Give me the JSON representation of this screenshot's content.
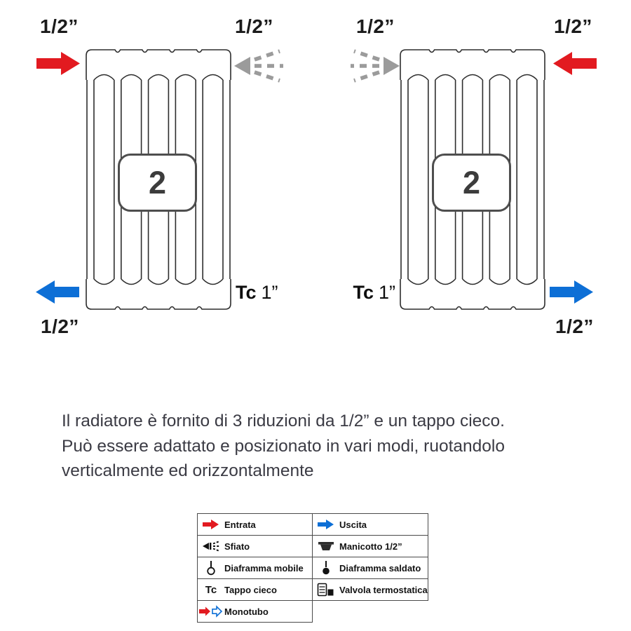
{
  "colors": {
    "red": "#e21a20",
    "blue": "#0d6fd6",
    "spray_gray": "#9b9b9b",
    "line_dark": "#2d2d2d"
  },
  "diagrams": {
    "left": {
      "inlet_label": "1/2”",
      "vent_label": "1/2”",
      "outlet_label": "1/2”",
      "badge": "2",
      "tc_bold": "Tc",
      "tc_size": "1”"
    },
    "right": {
      "inlet_label": "1/2”",
      "vent_label": "1/2”",
      "outlet_label": "1/2”",
      "badge": "2",
      "tc_bold": "Tc",
      "tc_size": "1”"
    }
  },
  "paragraph": {
    "line1": "Il radiatore è fornito di 3 riduzioni da 1/2” e un tappo cieco.",
    "line2": "Può essere adattato e posizionato in vari modi, ruotandolo",
    "line3": "verticalmente ed orizzontalmente"
  },
  "legend": {
    "entrata": "Entrata",
    "uscita": "Uscita",
    "sfiato": "Sfiato",
    "manicotto": "Manicotto 1/2”",
    "diaframma_mobile": "Diaframma mobile",
    "diaframma_saldato": "Diaframma saldato",
    "tappo_cieco": "Tappo cieco",
    "tc": "Tc",
    "valvola": "Valvola termostatica",
    "monotubo": "Monotubo"
  }
}
